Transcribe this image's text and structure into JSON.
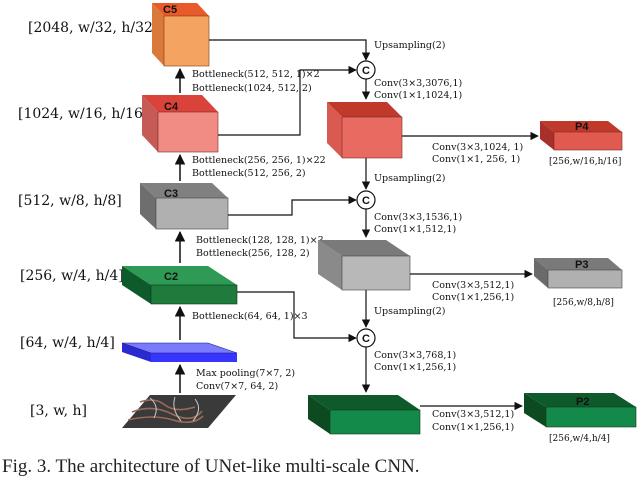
{
  "levels": [
    "[2048, w/32, h/32]",
    "[1024, w/16, h/16]",
    "[512, w/8, h/8]",
    "[256, w/4, h/4]",
    "[64, w/4, h/4]",
    "[3, w, h]"
  ],
  "boxes": {
    "c5": "C5",
    "c4": "C4",
    "c3": "C3",
    "c2": "C2",
    "p4": "P4",
    "p3": "P3",
    "p2": "P2"
  },
  "ops": {
    "bn_c5_1": "Bottleneck(512, 512, 1)×2",
    "bn_c5_2": "Bottleneck(1024, 512, 2)",
    "bn_c4_1": "Bottleneck(256, 256, 1)×22",
    "bn_c4_2": "Bottleneck(512, 256, 2)",
    "bn_c3_1": "Bottleneck(128, 128, 1)×3",
    "bn_c3_2": "Bottleneck(256, 128, 2)",
    "bn_c2": "Bottleneck(64, 64, 1)×3",
    "maxpool": "Max pooling(7×7, 2)",
    "conv_stem": "Conv(7×7, 64, 2)",
    "up1": "Upsampling(2)",
    "up2": "Upsampling(2)",
    "up3": "Upsampling(2)",
    "m1_a": "Conv(3×3,3076,1)",
    "m1_b": "Conv(1×1,1024,1)",
    "m2_a": "Conv(3×3,1536,1)",
    "m2_b": "Conv(1×1,512,1)",
    "m3_a": "Conv(3×3,768,1)",
    "m3_b": "Conv(1×1,256,1)",
    "p4_a": "Conv(3×3,1024, 1)",
    "p4_b": "Conv(1×1, 256, 1)",
    "p3_a": "Conv(3×3,512,1)",
    "p3_b": "Conv(1×1,256,1)",
    "p2_a": "Conv(3×3,512,1)",
    "p2_b": "Conv(1×1,256,1)"
  },
  "concat": "C",
  "out_dims": {
    "p4": "[256,w/16,h/16]",
    "p3": "[256,w/8,h/8]",
    "p2": "[256,w/4,h/4]"
  },
  "caption": "Fig. 3.  The architecture of UNet-like multi-scale CNN.",
  "colors": {
    "c5": "#f4a460",
    "c4": "#f08080",
    "c3": "#a9a9a9",
    "c2": "#1e7b3c",
    "conv1": "#4040ff",
    "red": "#d9433a",
    "gray": "#b8b8b8",
    "green": "#148a4a"
  }
}
